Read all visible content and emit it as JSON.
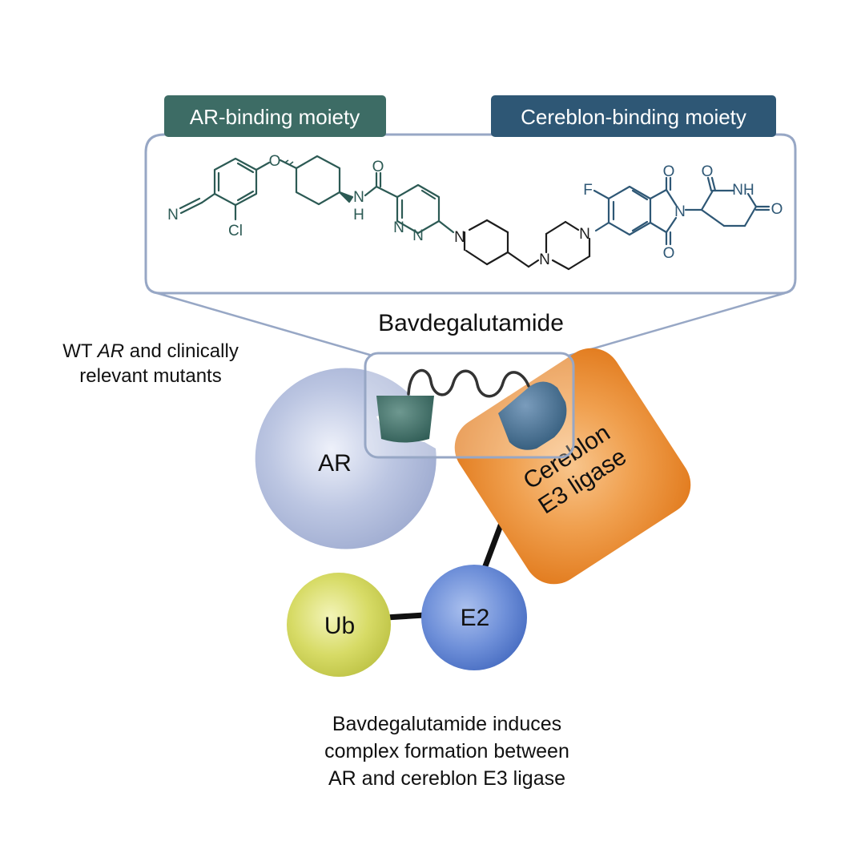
{
  "header": {
    "ar_moiety_label": "AR-binding moiety",
    "cereblon_moiety_label": "Cereblon-binding moiety"
  },
  "molecule": {
    "name": "Bavdegalutamide",
    "atoms": {
      "n_nitrile": "N",
      "cl": "Cl",
      "o_ether": "O",
      "o_amide": "O",
      "nh_amide": "N",
      "h_amide": "H",
      "n_pyr1": "N",
      "n_pyr2": "N",
      "n_pip": "N",
      "n_pz1": "N",
      "n_pz2": "N",
      "f": "F",
      "o_imide_top": "O",
      "o_imide_bottom": "O",
      "n_imide": "N",
      "o_glut_top": "O",
      "nh_glut": "NH",
      "o_glut_right": "O"
    }
  },
  "labels": {
    "ar_mutants_line1_pre": "WT ",
    "ar_mutants_line1_italic": "AR",
    "ar_mutants_line1_post": " and clinically",
    "ar_mutants_line2": "relevant mutants",
    "ar": "AR",
    "cereblon_line1": "Cereblon",
    "cereblon_line2": "E3 ligase",
    "ub": "Ub",
    "e2": "E2"
  },
  "caption": {
    "line1": "Bavdegalutamide induces",
    "line2": "complex formation between",
    "line3": "AR and cereblon E3 ligase"
  },
  "colors": {
    "ar_header": "#3d6c65",
    "cereblon_header": "#2e5775",
    "molecule_teal": "#2c5a54",
    "box_outline": "#97a7c5",
    "ar_blob": "#aab5d6",
    "cereblon_orange": "#ec8a2c",
    "e2_blue": "#5a7fce",
    "ub_yellow": "#cfd456"
  }
}
